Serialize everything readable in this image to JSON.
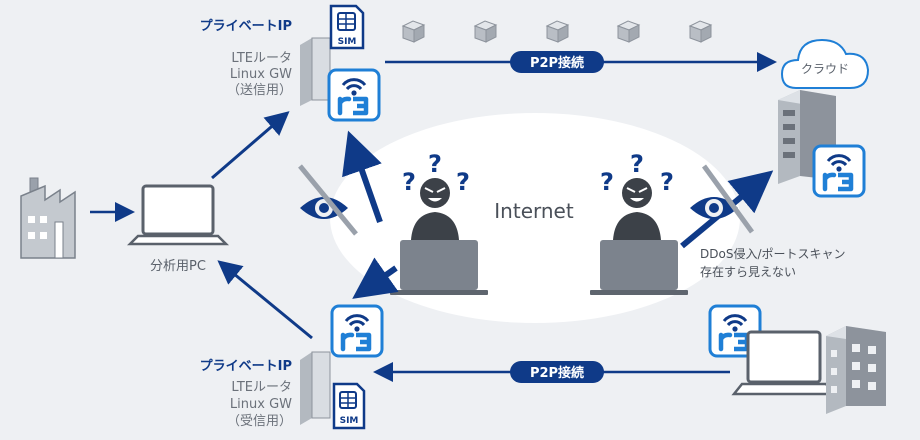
{
  "top_router": {
    "private_ip_label": "プライベートIP",
    "desc_line1": "LTEルータ",
    "desc_line2": "Linux GW",
    "desc_line3": "（送信用）",
    "sim_label": "SIM"
  },
  "bottom_router": {
    "private_ip_label": "プライベートIP",
    "desc_line1": "LTEルータ",
    "desc_line2": "Linux GW",
    "desc_line3": "（受信用）",
    "sim_label": "SIM"
  },
  "p2p_top_label": "P2P接続",
  "p2p_bottom_label": "P2P接続",
  "cloud_label": "クラウド",
  "internet_label": "Internet",
  "pc_label": "分析用PC",
  "attack_line1": "DDoS侵入/ポートスキャン",
  "attack_line2": "存在すら見えない",
  "colors": {
    "navy": "#0f3a88",
    "blue": "#1f7fd6",
    "gray": "#9aa1ab",
    "dark": "#4a5059",
    "bg": "#eef0f3"
  }
}
